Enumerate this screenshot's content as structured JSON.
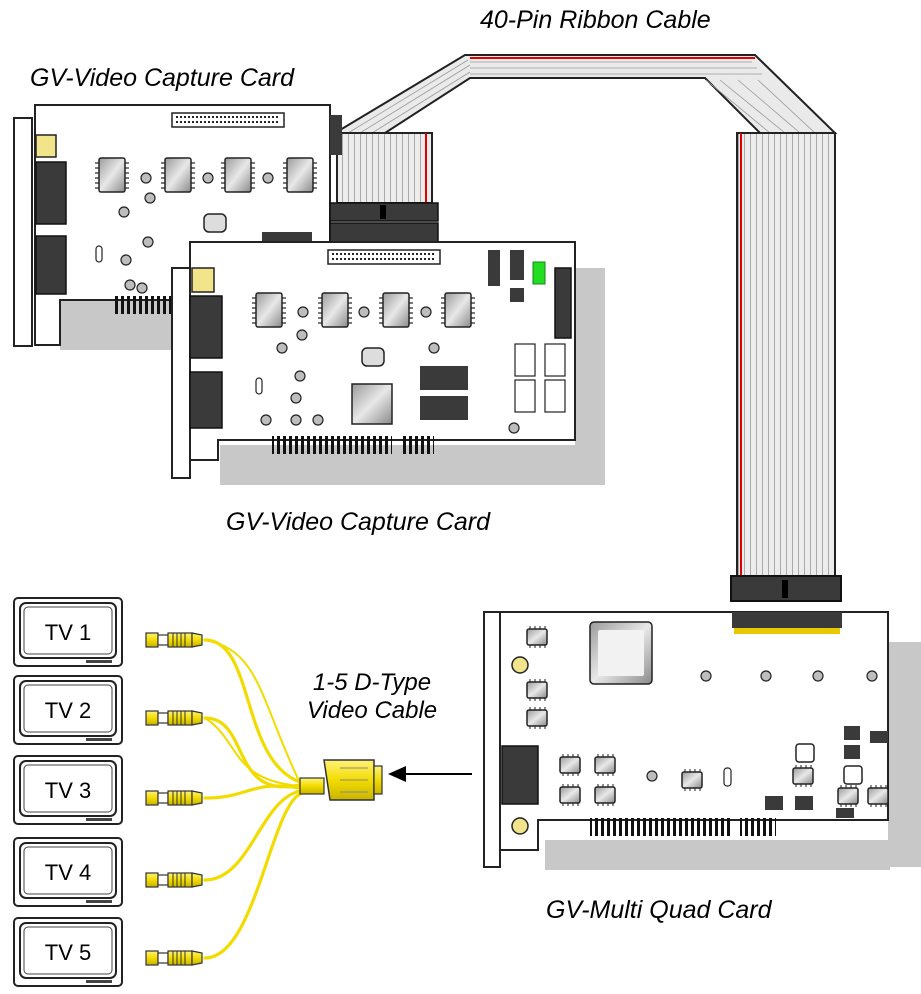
{
  "labels": {
    "ribbon_cable": "40-Pin Ribbon Cable",
    "capture_card_top": "GV-Video Capture Card",
    "capture_card_bottom": "GV-Video Capture Card",
    "dtype_cable_line1": "1-5 D-Type",
    "dtype_cable_line2": "Video Cable",
    "multi_quad_card": "GV-Multi Quad Card"
  },
  "tvs": [
    "TV 1",
    "TV 2",
    "TV 3",
    "TV 4",
    "TV 5"
  ],
  "colors": {
    "pcb": "#ffffff",
    "shadow": "#c8c8c8",
    "cable_yellow": "#f5e600",
    "ribbon": "#e6e6e6",
    "ribbon_stripe": "#e00000",
    "chip": "#7a7a7a",
    "pin_gold": "#e8c800",
    "green_led": "#22dd22"
  },
  "icons": [
    "tv-monitor-icon",
    "rca-connector-icon",
    "d-type-connector-icon",
    "arrow-left-icon"
  ]
}
